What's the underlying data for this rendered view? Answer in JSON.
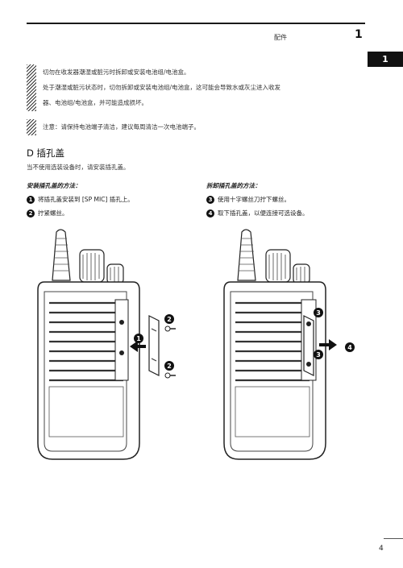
{
  "header": {
    "section": "配件",
    "chapter": "1",
    "tab": "1"
  },
  "warnings": [
    [
      "切勿在收发器潮湿或脏污时拆卸或安装电池组/电池盒。",
      "处于潮湿或脏污状态时，切勿拆卸或安装电池组/电池盒，这可能会导致水或灰尘进入收发",
      "器、电池组/电池盒，并可能造成损坏。"
    ],
    [
      "注意：请保持电池端子清洁，建议每周清洁一次电池端子。"
    ]
  ],
  "section": {
    "title": "D 插孔盖",
    "intro": "当不使用选装设备时，请安装插孔盖。"
  },
  "install": {
    "heading": "安装插孔盖的方法：",
    "steps": [
      {
        "num": "1",
        "text": "将插孔盖安装到 [SP MIC] 插孔上。"
      },
      {
        "num": "2",
        "text": "拧紧螺丝。"
      }
    ]
  },
  "remove": {
    "heading": "拆卸插孔盖的方法：",
    "steps": [
      {
        "num": "3",
        "text": "使用十字螺丝刀拧下螺丝。"
      },
      {
        "num": "4",
        "text": "取下插孔盖，以便连接可选设备。"
      }
    ]
  },
  "figure_callouts": {
    "left": [
      "1",
      "2",
      "2"
    ],
    "right": [
      "3",
      "3",
      "4"
    ]
  },
  "footer": {
    "page": "4"
  }
}
